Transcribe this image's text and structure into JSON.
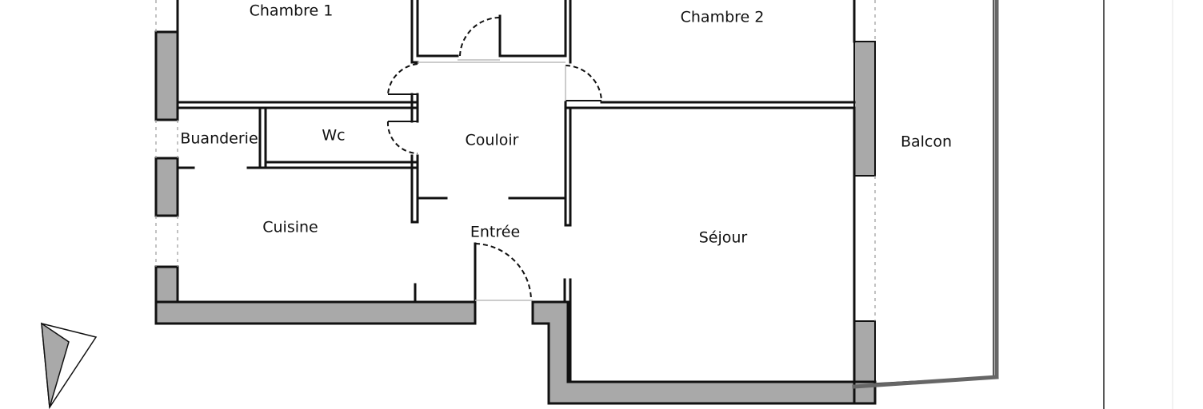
{
  "rooms": {
    "chambre1": "Chambre 1",
    "chambre2": "Chambre 2",
    "buanderie": "Buanderie",
    "wc": "Wc",
    "couloir": "Couloir",
    "cuisine": "Cuisine",
    "entree": "Entrée",
    "sejour": "Séjour",
    "balcon": "Balcon"
  },
  "colors": {
    "wall_fill": "#a9a9a9",
    "line": "#111111",
    "background": "#ffffff"
  }
}
